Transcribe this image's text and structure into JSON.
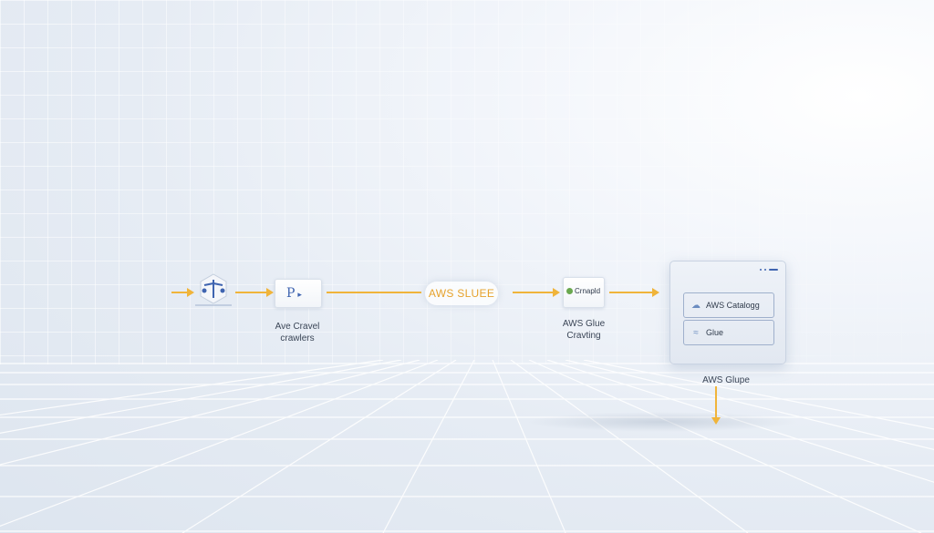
{
  "nodes": {
    "crawler": {
      "label_line1": "Ave Cravel",
      "label_line2": "crawlers",
      "card_text": "P"
    },
    "glue_pill": {
      "label": "AWS SLUEE"
    },
    "crawling": {
      "card_text": "Crnapld",
      "label_line1": "AWS Glue",
      "label_line2": "Cravting"
    },
    "panel": {
      "row1": "AWS Catalogg",
      "row2": "Glue",
      "caption": "AWS Glupe"
    }
  },
  "icons": {
    "start": "network-node-icon",
    "crawler": "document-arrow-icon",
    "crawling": "database-icon",
    "row1": "cloud-icon",
    "row2": "wave-icon"
  },
  "colors": {
    "arrow": "#f0b43a",
    "accent": "#3f64b0",
    "pill_text": "#e6a22c"
  }
}
